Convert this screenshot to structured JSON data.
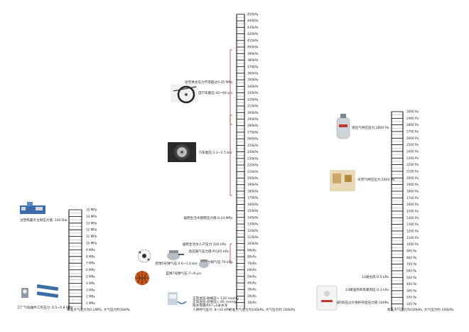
{
  "colors": {
    "bar": "#000000",
    "dash": "#3a8a3a",
    "red": "#c0392b",
    "text": "#222222"
  },
  "left_scale": {
    "ticks": [
      "1 MPa",
      "2 MPa",
      "3 MPa",
      "4 MPa",
      "5 MPa",
      "6 MPa",
      "7 MPa",
      "8 MPa",
      "9 MPa",
      "10 MPa",
      "11 MPa",
      "12 MPa",
      "13 MPa",
      "14 MPa",
      "15 MPa"
    ],
    "footer": "标准大气压力为0.1MPa, 大气压力约10kPa",
    "annotations": [
      {
        "text": "注塑机最大注射压力值: 140 Bar",
        "icon": "machine-icon"
      },
      {
        "text": "工厂气动器件工作压力: 0.5~0.8 MPa",
        "icon": "cylinder-icon"
      }
    ]
  },
  "center_scale": {
    "ticks": [
      "10kPa",
      "20kPa",
      "30kPa",
      "40kPa",
      "50kPa",
      "60kPa",
      "70kPa",
      "80kPa",
      "90kPa",
      "100kPa",
      "110kPa",
      "120kPa",
      "130kPa",
      "140kPa",
      "150kPa",
      "160kPa",
      "170kPa",
      "180kPa",
      "190kPa",
      "200kPa",
      "210kPa",
      "220kPa",
      "230kPa",
      "240kPa",
      "250kPa",
      "260kPa",
      "270kPa",
      "280kPa",
      "290kPa",
      "300kPa",
      "310kPa",
      "320kPa",
      "330kPa",
      "340kPa",
      "350kPa",
      "360kPa",
      "370kPa",
      "380kPa",
      "390kPa",
      "400kPa",
      "410kPa",
      "420kPa",
      "430kPa",
      "440kPa",
      "450kPa"
    ],
    "footer": "标准大气压力为100kPa, 大气压力约 100kPa",
    "annotations": [
      {
        "text": "住宅供水压力不得超过0.35 MPa",
        "icon": "bicycle-icon"
      },
      {
        "text": "自行车胎压:42~60 psi",
        "icon": "bicycle-icon"
      },
      {
        "text": "汽车胎压:2.2~2.5 bar",
        "icon": "car-tire-icon"
      },
      {
        "text": "居民生活水管网压力值:0.14 MPa",
        "icon": ""
      },
      {
        "text": "居民生活水入户压力:100 kPa",
        "icon": ""
      },
      {
        "text": "高压锅气压力值:约105 kPa",
        "icon": "pressure-cooker-icon"
      },
      {
        "text": "足球5号球气压:0.6~1.0 bar",
        "icon": "football-icon"
      },
      {
        "text": "压力锅气压:70 kPa",
        "icon": "pressure-cooker-icon"
      },
      {
        "text": "篮球7号球气压:7~9 psi",
        "icon": "basketball-icon"
      },
      {
        "text": "正常血压-收缩压< 130 mmHg",
        "icon": "blood-pressure-icon"
      },
      {
        "text": "正常血压-舒张压< 85 mmHg",
        "icon": "blood-pressure-icon"
      },
      {
        "text": "防水等级IPX7=1米水深",
        "icon": ""
      },
      {
        "text": "人体呼气压力: 8~10 kPa",
        "icon": ""
      }
    ]
  },
  "right_scale": {
    "ticks": [
      "100 Pa",
      "200 Pa",
      "300 Pa",
      "400 Pa",
      "500 Pa",
      "600 Pa",
      "700 Pa",
      "800 Pa",
      "900 Pa",
      "1000 Pa",
      "1100 Pa",
      "1200 Pa",
      "1300 Pa",
      "1400 Pa",
      "1500 Pa",
      "1600 Pa",
      "1700 Pa",
      "1800 Pa",
      "1900 Pa",
      "2000 Pa",
      "2100 Pa",
      "2200 Pa",
      "2300 Pa",
      "2400 Pa",
      "2500 Pa",
      "2600 Pa",
      "2700 Pa",
      "2800 Pa",
      "2900 Pa",
      "3000 Pa"
    ],
    "footer": "标准大气压力为100kPa, 大气压力约 100kPa",
    "annotations": [
      {
        "text": "液化气供应压力:2800 Pa",
        "icon": "gas-cylinder-icon"
      },
      {
        "text": "天然气供应压力:2000 Pa",
        "icon": "gas-meter-icon"
      },
      {
        "text": "12级台风:0.5 kPa",
        "icon": ""
      },
      {
        "text": "10级强热带风暴风压:0.3 kPa",
        "icon": ""
      },
      {
        "text": "燃气热水器的风压过大保护开启压力值:100Pa",
        "icon": "water-heater-icon"
      }
    ]
  }
}
